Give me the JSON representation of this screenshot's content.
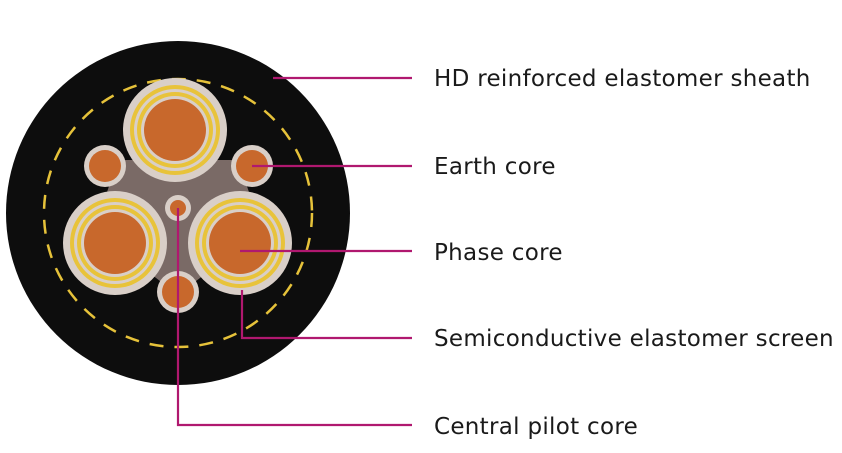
{
  "colors": {
    "sheath": "#0d0d0d",
    "copper": "#c8682c",
    "copper_dark": "#8a3f14",
    "insulation": "#d9cfc8",
    "screen_yellow": "#e8c33a",
    "filler": "#7a6a66",
    "dashed_line": "#e6c23a",
    "leader": "#b0186f"
  },
  "labels": {
    "sheath": "HD reinforced elastomer sheath",
    "earth": "Earth core",
    "phase": "Phase core",
    "screen": "Semiconductive elastomer screen",
    "pilot": "Central pilot core"
  }
}
